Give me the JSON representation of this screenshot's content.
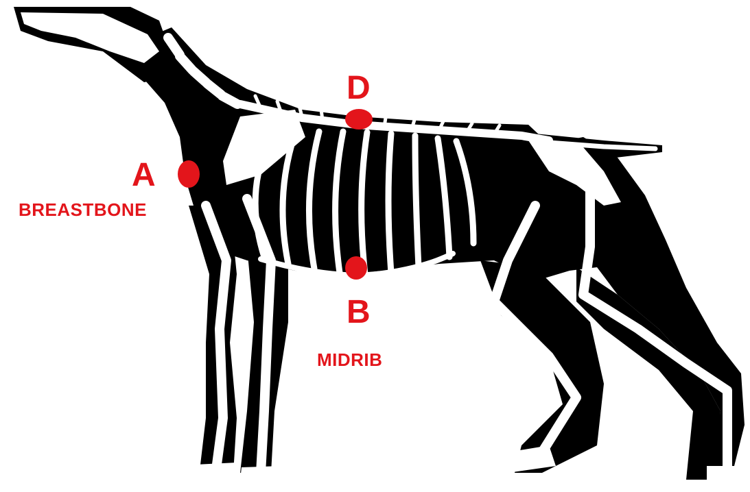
{
  "markers": {
    "A": {
      "letter": "A",
      "name": "BREASTBONE"
    },
    "B": {
      "letter": "B",
      "name": "MIDRIB"
    },
    "D": {
      "letter": "D",
      "name": ""
    }
  },
  "colors": {
    "body": "#000000",
    "bone": "#ffffff",
    "marker": "#e3151b",
    "background": "#ffffff"
  }
}
